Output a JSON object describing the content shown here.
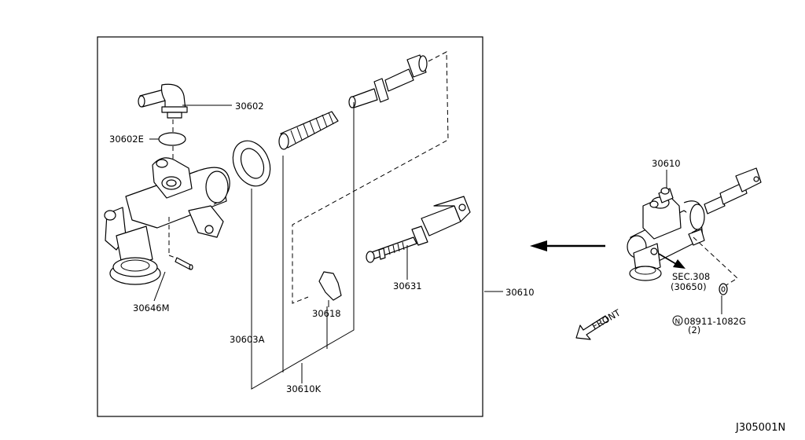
{
  "diagram": {
    "drawing_number": "J305001N",
    "labels": {
      "p30602": "30602",
      "p30602E": "30602E",
      "p30646M": "30646M",
      "p30603A": "30603A",
      "p30610K": "30610K",
      "p30618": "30618",
      "p30631": "30631",
      "p30610_box": "30610",
      "p30610_assy": "30610",
      "sec_ref": "SEC.308",
      "sec_part": "(30650)",
      "bolt_part": "08911-1082G",
      "bolt_qty": "(2)",
      "bolt_symbol": "N",
      "front": "FRONT"
    }
  }
}
